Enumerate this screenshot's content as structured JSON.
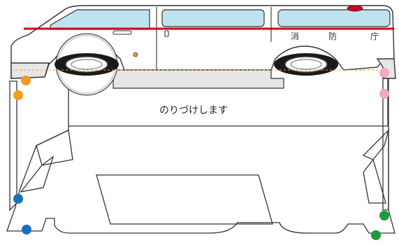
{
  "instruction_text": "のりづけします",
  "vehicle_lettering": [
    "消",
    "防",
    "庁"
  ],
  "colors": {
    "outline": "#333333",
    "window": "#bfe3ee",
    "stripe": "#d6001c",
    "siren": "#d6001c",
    "tire": "#1a1a1a",
    "bumper": "#e6e6e6",
    "marker_orange": "#f39c1e",
    "marker_pink": "#f2a6c8",
    "marker_blue": "#1a6fba",
    "marker_green": "#1f9a3a"
  },
  "markers": [
    "orange",
    "orange",
    "pink",
    "pink",
    "blue",
    "blue",
    "green",
    "green"
  ]
}
